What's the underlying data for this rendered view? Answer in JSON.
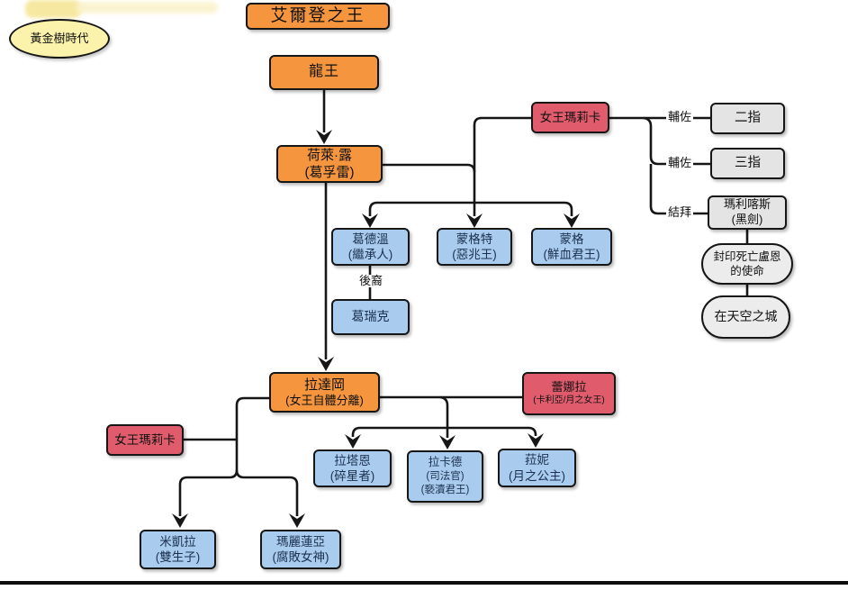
{
  "era_badge": {
    "label": "黃金樹時代"
  },
  "nodes": {
    "elden_lord": {
      "line1": "艾爾登之王"
    },
    "dragon_king": {
      "line1": "龍王"
    },
    "godfrey": {
      "line1": "荷萊·露",
      "line2": "(葛孚雷)"
    },
    "queen_marika_top": {
      "line1": "女王瑪莉卡"
    },
    "two_fingers": {
      "line1": "二指"
    },
    "three_fingers": {
      "line1": "三指"
    },
    "maliketh": {
      "line1": "瑪利喀斯",
      "line2": "(黑劍)"
    },
    "death_rune_mission": {
      "line1": "封印死亡盧恩",
      "line2": "的使命"
    },
    "sky_city": {
      "line1": "在天空之城"
    },
    "godwyn": {
      "line1": "葛德溫",
      "line2": "(繼承人)"
    },
    "morgott": {
      "line1": "蒙格特",
      "line2": "(惡兆王)"
    },
    "mohg": {
      "line1": "蒙格",
      "line2": "(鮮血君王)"
    },
    "godrick": {
      "line1": "葛瑞克"
    },
    "radagon": {
      "line1": "拉達岡",
      "line2": "(女王自體分離)"
    },
    "rennala": {
      "line1": "蕾娜拉",
      "line2": "(卡利亞/月之女王)"
    },
    "queen_marika_bottom": {
      "line1": "女王瑪莉卡"
    },
    "radahn": {
      "line1": "拉塔恩",
      "line2": "(碎星者)"
    },
    "rykard": {
      "line1": "拉卡德",
      "line2": "(司法官)",
      "line3": "(褻瀆君王)"
    },
    "ranni": {
      "line1": "菈妮",
      "line2": "(月之公主)"
    },
    "miquella": {
      "line1": "米凱拉",
      "line2": "(雙生子)"
    },
    "malenia": {
      "line1": "瑪麗蓮亞",
      "line2": "(腐敗女神)"
    }
  },
  "edge_labels": {
    "assist_two_fingers": "輔佐",
    "assist_three_fingers": "輔佐",
    "sworn_brothers": "結拜",
    "descendant": "後裔"
  },
  "colors": {
    "orange_node": "#F5953E",
    "red_node": "#E05C6C",
    "blue_node": "#A9CBED",
    "gray_node": "#E4E4E4",
    "stadium_node": "#ECECEC",
    "era_yellow": "#FBF2AC",
    "connector": "#161616",
    "background": "#FFFFFF"
  }
}
